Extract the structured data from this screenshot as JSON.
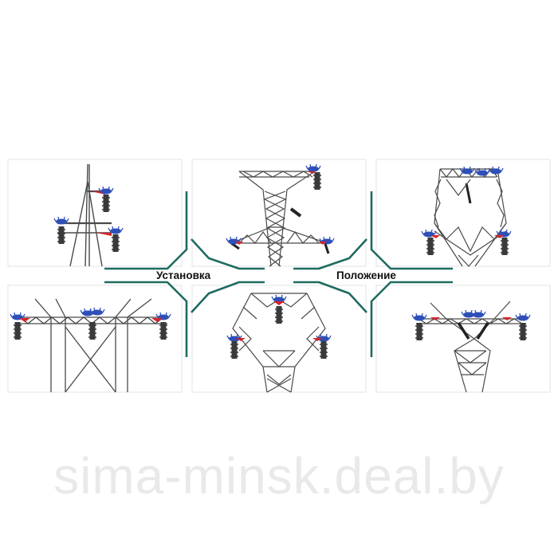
{
  "labels": {
    "installation": "Установка",
    "position": "Положение"
  },
  "watermark": "sima-minsk.deal.by",
  "colors": {
    "panel_border": "#e3e3e3",
    "connector": "#1f6b60",
    "tower": "#4a4a4a",
    "insulator_body": "#3a3a3a",
    "insulator_cap": "#2f4fb8",
    "arm_accent": "#d8232a"
  },
  "panels": [
    {
      "name": "panel-pole-top-left",
      "tower_type": "wooden pole with crossarms"
    },
    {
      "name": "panel-tower-top-center",
      "tower_type": "lattice Y-tower"
    },
    {
      "name": "panel-tower-top-right",
      "tower_type": "lattice V-tower"
    },
    {
      "name": "panel-portal-bottom-left",
      "tower_type": "portal tower with X bracing"
    },
    {
      "name": "panel-tower-bottom-center",
      "tower_type": "lattice cat-head tower"
    },
    {
      "name": "panel-tower-bottom-right",
      "tower_type": "lattice tower with V insulator strings"
    }
  ]
}
